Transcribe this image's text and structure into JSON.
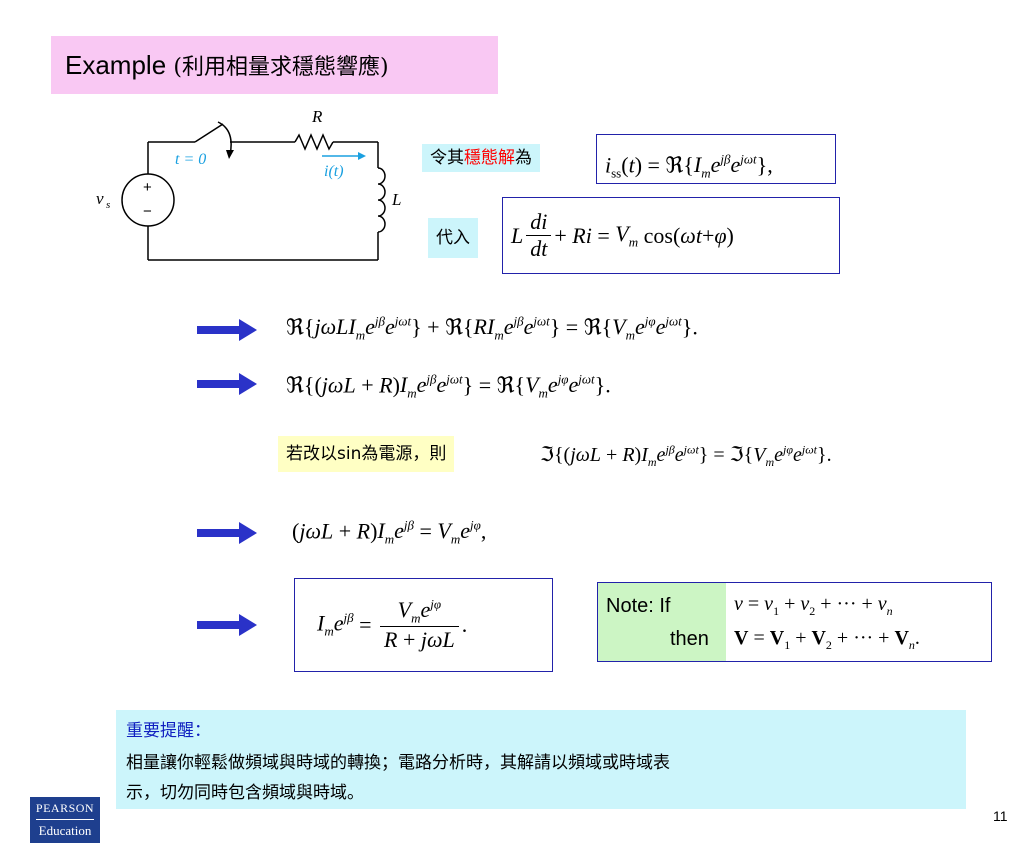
{
  "title": {
    "prefix": "Example",
    "chinese": "(利用相量求穩態響應)"
  },
  "circuit": {
    "resistor_label": "R",
    "inductor_label": "L",
    "switch_label": "t = 0",
    "current_label": "i(t)",
    "source_label": "v",
    "source_sub": "s",
    "plus": "+",
    "minus": "−"
  },
  "steady_state": {
    "label_part1": "令其",
    "label_highlight": "穩態解",
    "label_part2": "為",
    "highlight_color": "#ff0000",
    "equation": "i_ss(t) = ℜ{I_m e^{jβ} e^{jωt}},"
  },
  "substitute": {
    "label": "代入",
    "equation": "L di/dt + Ri = V_m cos(ωt + φ)"
  },
  "eq1": "ℜ{jωLI_m e^{jβ} e^{jωt}} + ℜ{RI_m e^{jβ} e^{jωt}} = ℜ{V_m e^{jφ} e^{jωt}}.",
  "eq2": "ℜ{(jωL + R)I_m e^{jβ} e^{jωt}} = ℜ{V_m e^{jφ} e^{jωt}}.",
  "sin_source": {
    "label": "若改以sin為電源，則",
    "equation": "ℑ{(jωL + R)I_m e^{jβ} e^{jωt}} = ℑ{V_m e^{jφ} e^{jωt}}."
  },
  "eq3": "(jωL + R)I_m e^{jβ} = V_m e^{jφ},",
  "eq4": "I_m e^{jβ} = V_m e^{jφ} / (R + jωL).",
  "note": {
    "if_label": "Note: If",
    "then_label": "then",
    "if_eq": "v = v1 + v2 + ··· + vn",
    "then_eq": "V = V1 + V2 + ··· + Vn."
  },
  "reminder": {
    "heading": "重要提醒：",
    "line1": "相量讓你輕鬆做頻域與時域的轉換；電路分析時，其解請以頻域或時域表",
    "line2": "示，切勿同時包含頻域與時域。"
  },
  "logo": {
    "line1": "PEARSON",
    "line2": "Education"
  },
  "page_number": "11",
  "colors": {
    "title_bg": "#f9c8f3",
    "cyan_bg": "#ccf5fb",
    "yellow_bg": "#ffffc4",
    "green_bg": "#ccf5c4",
    "arrow": "#2a32c8",
    "box_border": "#2222aa",
    "current_arrow": "#1aa0e0"
  }
}
